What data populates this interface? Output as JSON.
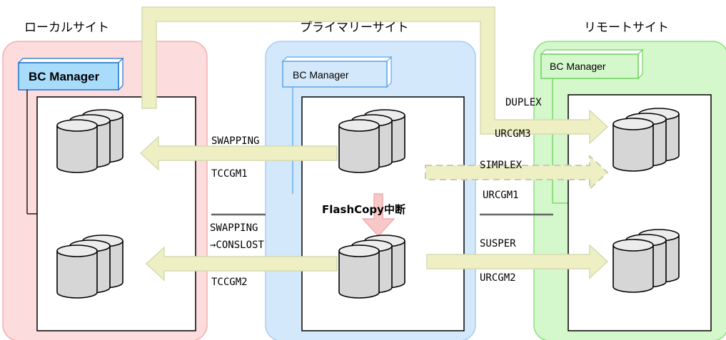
{
  "sites": {
    "local": {
      "label": "ローカルサイト",
      "manager": "BC Manager"
    },
    "primary": {
      "label": "プライマリーサイト",
      "manager": "BC Manager"
    },
    "remote": {
      "label": "リモートサイト",
      "manager": "BC Manager"
    }
  },
  "links": {
    "top_local": {
      "status": "SWAPPING",
      "group": "TCCGM1"
    },
    "bottom_local": {
      "status": "SWAPPING",
      "status2": "→CONSLOST",
      "group": "TCCGM2"
    },
    "top_remote": {
      "status": "DUPLEX",
      "group": "URCGM3"
    },
    "mid_remote": {
      "status": "SIMPLEX",
      "group": "URCGM1"
    },
    "bottom_remote": {
      "status": "SUSPER",
      "group": "URCGM2"
    },
    "flashcopy": {
      "label": "FlashCopy中断"
    }
  },
  "colors": {
    "local_bg": "#fcdcdc",
    "local_border": "#f4a8a8",
    "primary_bg": "#d4e8fb",
    "primary_border": "#a8ccf0",
    "remote_bg": "#d4f7cc",
    "remote_border": "#8ce27c",
    "arrow_fill": "#eef0c4",
    "arrow_stroke": "#d6dab0",
    "flash_arrow": "#f8c8c8",
    "disk_fill": "#d8d8d8"
  }
}
